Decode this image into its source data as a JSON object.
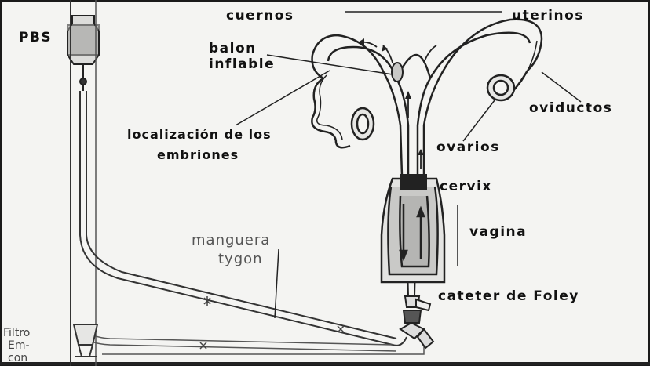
{
  "labels": {
    "pbs": "PBS",
    "cuernos": "cuernos",
    "uterinos": "uterinos",
    "balon_line1": "balon",
    "balon_line2": "inflable",
    "oviductos": "oviductos",
    "localizacion_line1": "localización de los",
    "localizacion_line2": "embriones",
    "ovarios": "ovarios",
    "cervix": "cervix",
    "vagina": "vagina",
    "manguera_line1": "manguera",
    "manguera_line2": "tygon",
    "cateter": "cateter de Foley",
    "filtro_line1": "Filtro",
    "filtro_line2": "Em-",
    "filtro_line3": "con"
  }
}
